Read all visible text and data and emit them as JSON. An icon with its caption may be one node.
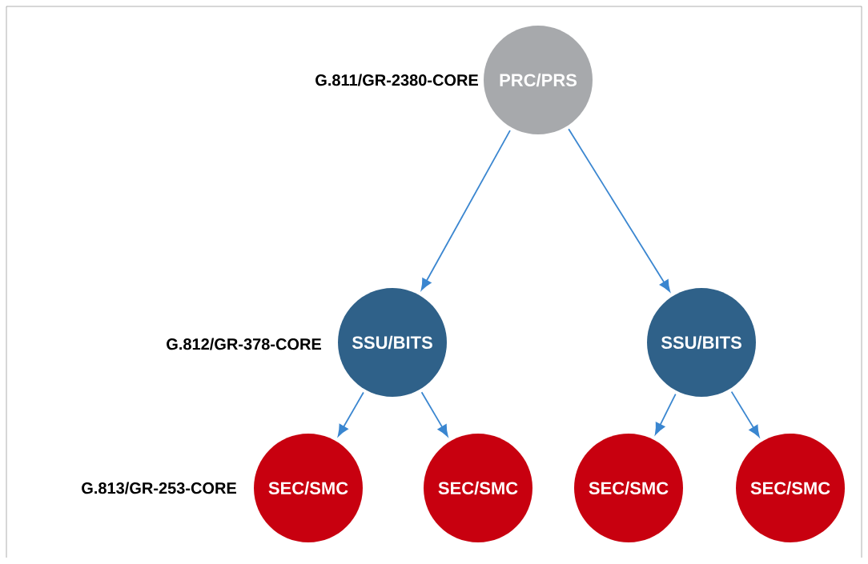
{
  "diagram": {
    "nodes": [
      {
        "text": [
          "PRC/PRS"
        ]
      },
      {
        "text": [
          "SSU/BITS"
        ]
      },
      {
        "text": [
          "SSU/BITS"
        ]
      },
      {
        "text": [
          "SEC/SMC"
        ]
      },
      {
        "text": [
          "SEC/SMC"
        ]
      },
      {
        "text": [
          "SEC/SMC"
        ]
      },
      {
        "text": [
          "SEC/SMC"
        ]
      }
    ],
    "edges": [
      {
        "from": 0,
        "to": 1,
        "arrow": "to"
      },
      {
        "from": 0,
        "to": 2,
        "arrow": "to"
      },
      {
        "from": 1,
        "to": 3,
        "arrow": "to"
      },
      {
        "from": 1,
        "to": 4,
        "arrow": "to"
      },
      {
        "from": 2,
        "to": 5,
        "arrow": "to"
      },
      {
        "from": 2,
        "to": 6,
        "arrow": "to"
      }
    ],
    "labels": [
      "G.811/GR-2380-CORE",
      "G.812/GR-378-CORE",
      "G.813/GR-253-CORE"
    ]
  }
}
